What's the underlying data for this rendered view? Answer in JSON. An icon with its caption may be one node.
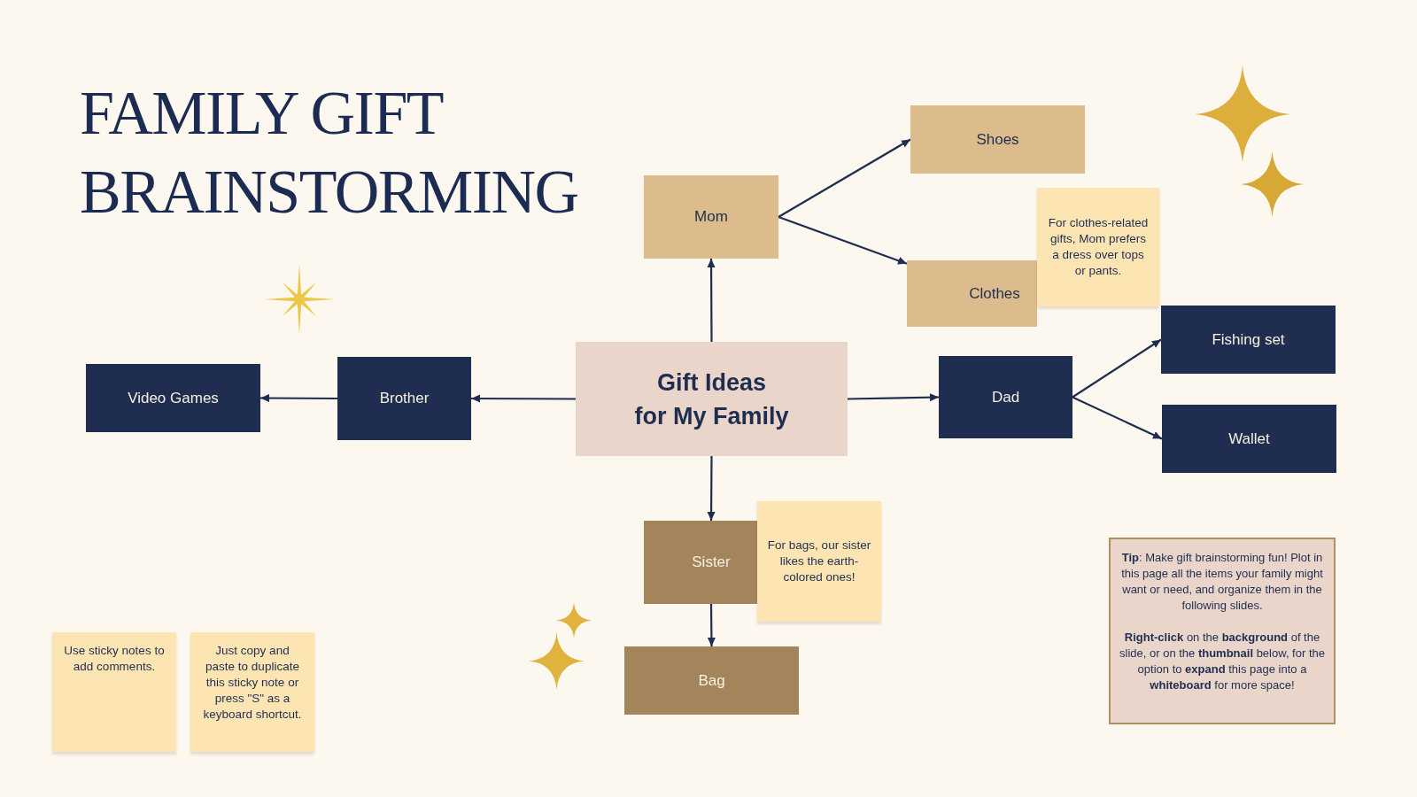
{
  "diagram": {
    "title": "FAMILY GIFT BRAINSTORMING",
    "nodes": [
      {
        "text": [
          "Gift Ideas for My Family"
        ]
      },
      {
        "text": [
          "Mom"
        ]
      },
      {
        "text": [
          "Shoes"
        ]
      },
      {
        "text": [
          "Clothes"
        ]
      },
      {
        "text": [
          "For clothes-related gifts, Mom prefers a dress over tops or pants."
        ]
      },
      {
        "text": [
          "Brother"
        ]
      },
      {
        "text": [
          "Video Games"
        ]
      },
      {
        "text": [
          "Dad"
        ]
      },
      {
        "text": [
          "Fishing set"
        ]
      },
      {
        "text": [
          "Wallet"
        ]
      },
      {
        "text": [
          "Sister"
        ]
      },
      {
        "text": [
          "For bags, our sister likes the earth-colored ones!"
        ]
      },
      {
        "text": [
          "Bag"
        ]
      },
      {
        "text": [
          "Use sticky notes to add comments."
        ]
      },
      {
        "text": [
          "Just copy and paste to duplicate this sticky note or press \"S\" as a keyboard shortcut."
        ]
      },
      {
        "text": [
          "**Tip**: Make gift brainstorming fun! Plot in this page all the items your family might want or need, and organize them in the following slides.",
          "**Right-click** on the **background** of the slide, or on the **thumbnail** below, for the option to **expand** this page into a **whiteboard** for more space!"
        ]
      }
    ],
    "edges": [
      {
        "from": 0,
        "to": 1,
        "arrow": "to"
      },
      {
        "from": 1,
        "to": 2,
        "arrow": "to"
      },
      {
        "from": 1,
        "to": 3,
        "arrow": "to"
      },
      {
        "from": 0,
        "to": 5,
        "arrow": "to"
      },
      {
        "from": 5,
        "to": 6,
        "arrow": "to"
      },
      {
        "from": 0,
        "to": 7,
        "arrow": "to"
      },
      {
        "from": 7,
        "to": 8,
        "arrow": "to"
      },
      {
        "from": 7,
        "to": 9,
        "arrow": "to"
      },
      {
        "from": 0,
        "to": 10,
        "arrow": "to"
      },
      {
        "from": 10,
        "to": 12,
        "arrow": "to"
      }
    ]
  }
}
